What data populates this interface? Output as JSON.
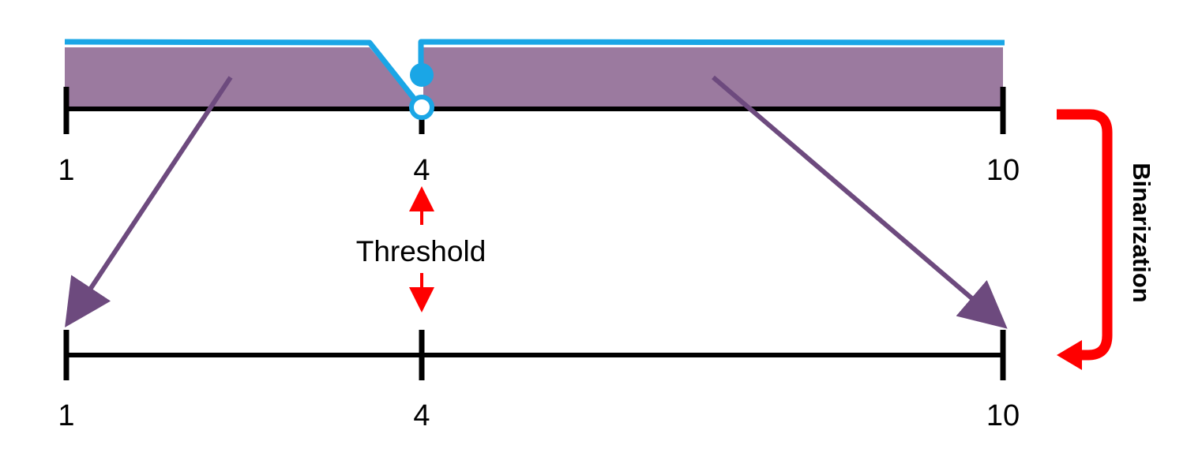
{
  "top_axis": {
    "ticks": [
      "1",
      "4",
      "10"
    ]
  },
  "bottom_axis": {
    "ticks": [
      "1",
      "4",
      "10"
    ]
  },
  "threshold": {
    "label": "Threshold"
  },
  "binarization": {
    "label": "Binarization"
  },
  "colors": {
    "axis": "#000000",
    "region_fill": "#9b7a9f",
    "curve": "#1aa6e6",
    "mapping_arrow": "#6d4a7e",
    "threshold_arrow": "#ff0000",
    "binarization_arrow": "#ff0000"
  }
}
